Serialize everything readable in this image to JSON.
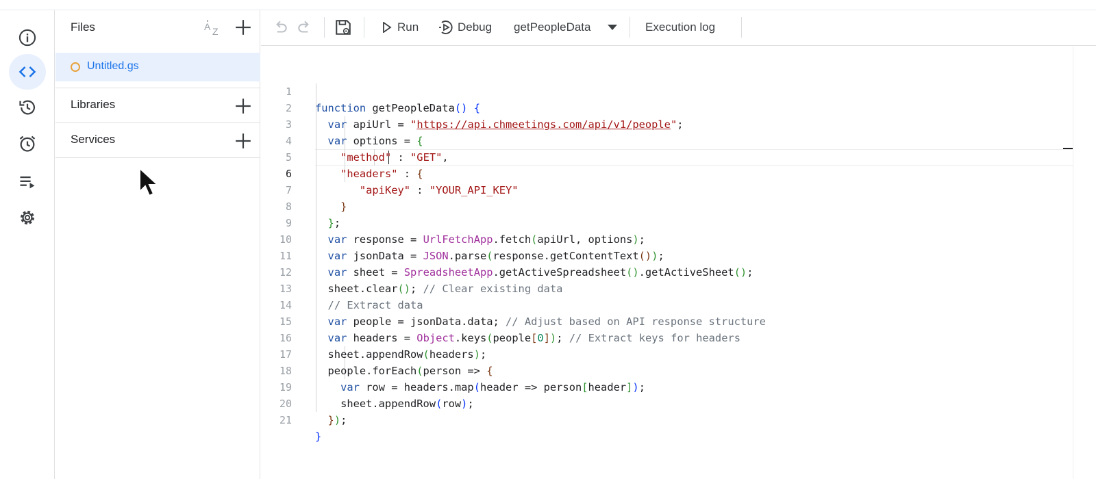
{
  "rail": {
    "items": [
      {
        "name": "info-icon",
        "label": "Overview"
      },
      {
        "name": "code-icon",
        "label": "Editor",
        "active": true
      },
      {
        "name": "history-icon",
        "label": "Project history"
      },
      {
        "name": "alarm-icon",
        "label": "Triggers"
      },
      {
        "name": "executions-icon",
        "label": "Executions"
      },
      {
        "name": "gear-icon",
        "label": "Project Settings"
      }
    ]
  },
  "panel": {
    "files_title": "Files",
    "file_name": "Untitled.gs",
    "libraries_label": "Libraries",
    "services_label": "Services"
  },
  "toolbar": {
    "run_label": "Run",
    "debug_label": "Debug",
    "function_select": "getPeopleData",
    "execution_log_label": "Execution log"
  },
  "editor": {
    "current_line": 6,
    "line_numbers": [
      "1",
      "2",
      "3",
      "4",
      "5",
      "6",
      "7",
      "8",
      "9",
      "10",
      "11",
      "12",
      "13",
      "14",
      "15",
      "16",
      "17",
      "18",
      "19",
      "20",
      "21"
    ],
    "lines": [
      "function getPeopleData() {",
      "  var apiUrl = \"https://api.chmeetings.com/api/v1/people\";",
      "  var options = {",
      "    \"method\" : \"GET\",",
      "    \"headers\" : {",
      "      \"apiKey\" : \"YOUR_API_KEY\"",
      "    }",
      "  };",
      "  var response = UrlFetchApp.fetch(apiUrl, options);",
      "  var jsonData = JSON.parse(response.getContentText());",
      "  var sheet = SpreadsheetApp.getActiveSpreadsheet().getActiveSheet();",
      "  sheet.clear(); // Clear existing data",
      "  // Extract data",
      "  var people = jsonData.data; // Adjust based on API response structure",
      "  var headers = Object.keys(people[0]); // Extract keys for headers",
      "  sheet.appendRow(headers);",
      "  people.forEach(person => {",
      "    var row = headers.map(header => person[header]);",
      "    sheet.appendRow(row);",
      "  });",
      "}"
    ]
  },
  "colors": {
    "accent": "#1a73e8",
    "active_bg": "#e8f0fe",
    "keyword": "#0000ff",
    "string": "#a31515",
    "comment": "#6a737d",
    "class": "#a0309c"
  }
}
